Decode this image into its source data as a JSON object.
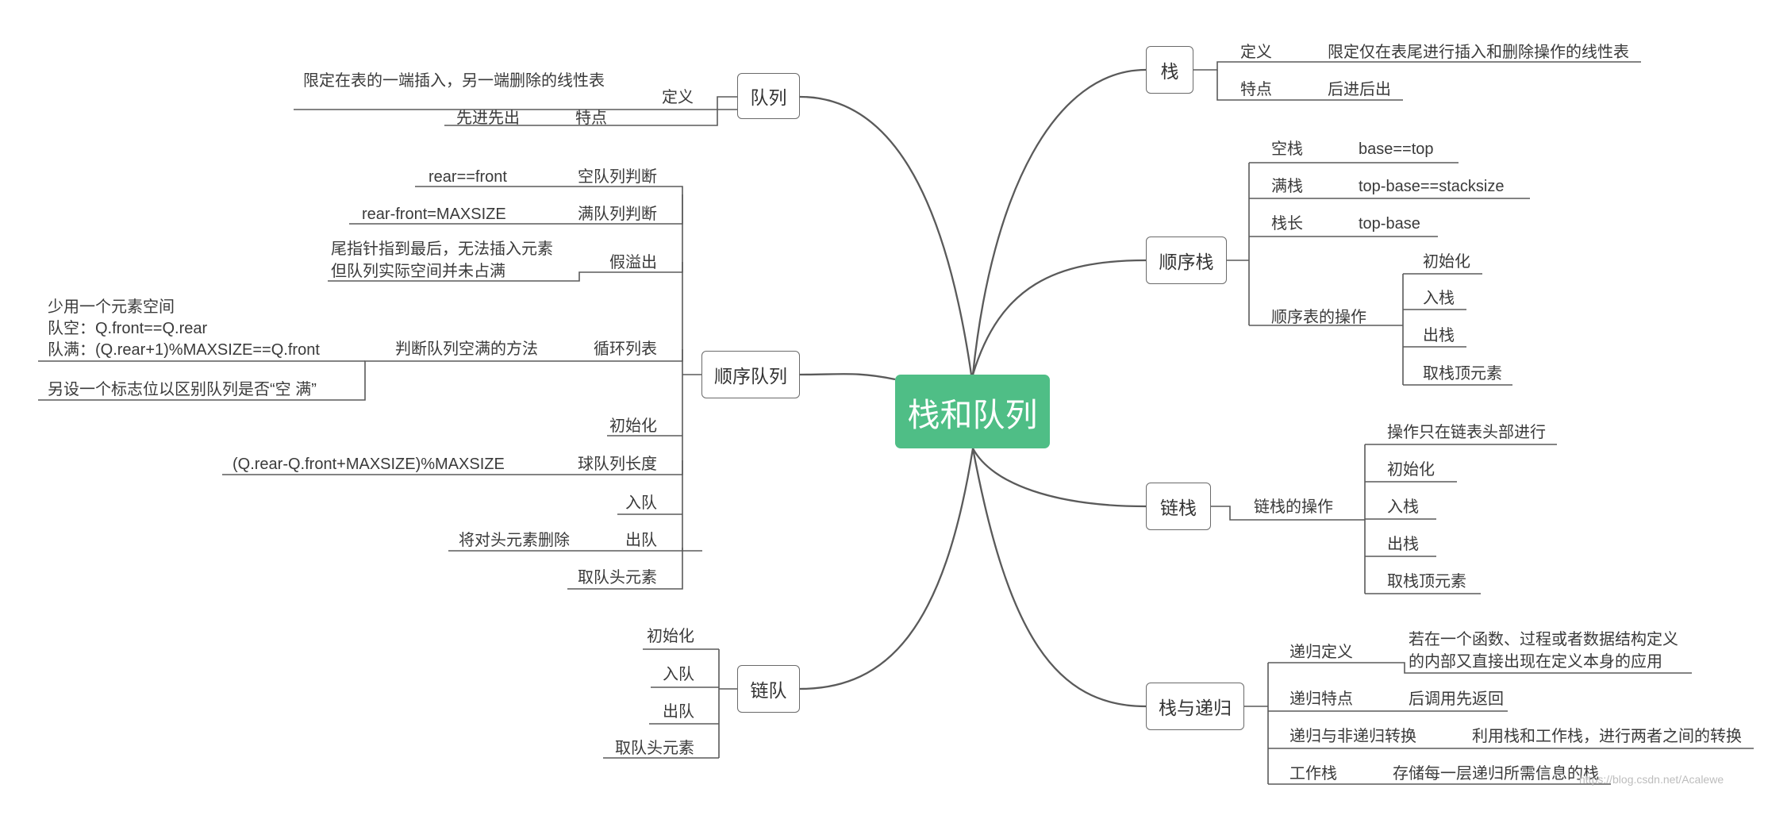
{
  "root": "栈和队列",
  "branches": {
    "queue": {
      "title": "队列",
      "definition_label": "定义",
      "definition_text": "限定在表的一端插入，另一端删除的线性表",
      "feature_label": "特点",
      "feature_text": "先进先出"
    },
    "seq_queue": {
      "title": "顺序队列",
      "empty_check": "空队列判断",
      "empty_cond": "rear==front",
      "full_check": "满队列判断",
      "full_cond": "rear-front=MAXSIZE",
      "false_overflow": "假溢出",
      "false_overflow_desc": [
        "尾指针指到最后，无法插入元素",
        "但队列实际空间并未占满"
      ],
      "circular": "循环列表",
      "circular_method": "判断队列空满的方法",
      "method1": [
        "少用一个元素空间",
        "队空：Q.front==Q.rear",
        "队满：(Q.rear+1)%MAXSIZE==Q.front"
      ],
      "method2": "另设一个标志位以区别队列是否“空 满”",
      "init": "初始化",
      "length": "球队列长度",
      "length_formula": "(Q.rear-Q.front+MAXSIZE)%MAXSIZE",
      "enqueue": "入队",
      "dequeue": "出队",
      "dequeue_desc": "将对头元素删除",
      "get_head": "取队头元素"
    },
    "link_queue": {
      "title": "链队",
      "items": [
        "初始化",
        "入队",
        "出队",
        "取队头元素"
      ]
    },
    "stack": {
      "title": "栈",
      "definition_label": "定义",
      "definition_text": "限定仅在表尾进行插入和删除操作的线性表",
      "feature_label": "特点",
      "feature_text": "后进后出"
    },
    "seq_stack": {
      "title": "顺序栈",
      "empty_label": "空栈",
      "empty_cond": "base==top",
      "full_label": "满栈",
      "full_cond": "top-base==stacksize",
      "len_label": "栈长",
      "len_expr": "top-base",
      "ops_label": "顺序表的操作",
      "ops": [
        "初始化",
        "入栈",
        "出栈",
        "取栈顶元素"
      ]
    },
    "link_stack": {
      "title": "链栈",
      "ops_label": "链栈的操作",
      "ops": [
        "操作只在链表头部进行",
        "初始化",
        "入栈",
        "出栈",
        "取栈顶元素"
      ]
    },
    "recursion": {
      "title": "栈与递归",
      "def_label": "递归定义",
      "def_text": [
        "若在一个函数、过程或者数据结构定义",
        "的内部又直接出现在定义本身的应用"
      ],
      "feat_label": "递归特点",
      "feat_text": "后调用先返回",
      "conv_label": "递归与非递归转换",
      "conv_text": "利用栈和工作栈，进行两者之间的转换",
      "work_label": "工作栈",
      "work_text": "存储每一层递归所需信息的栈"
    }
  },
  "watermark": "https://blog.csdn.net/Acalewe",
  "colors": {
    "root_fill": "#4fbe86",
    "line": "#555555"
  }
}
